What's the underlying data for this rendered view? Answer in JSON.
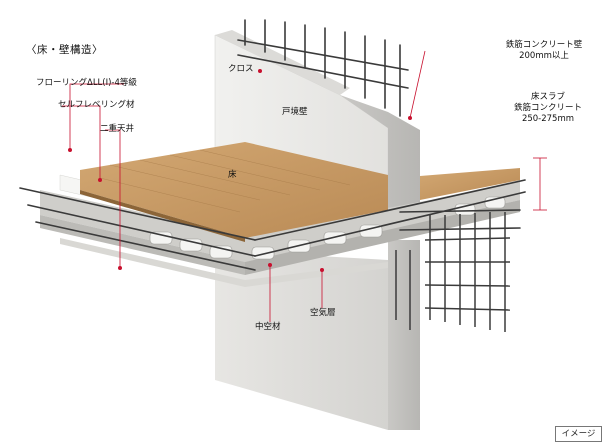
{
  "title": "〈床・壁構造〉",
  "labels": {
    "flooring": "フローリングΔLL(Ⅰ)-4等級",
    "self_leveling": "セルフレベリング材",
    "double_ceiling": "二重天井",
    "cloth": "クロス",
    "partition_wall": "戸境壁",
    "floor": "床",
    "hollow_material": "中空材",
    "air_layer": "空気層",
    "wall_spec_1": "鉄筋コンクリート壁",
    "wall_spec_2": "200mm以上",
    "slab_spec_1": "床スラブ",
    "slab_spec_2": "鉄筋コンクリート",
    "slab_spec_3": "250-275mm"
  },
  "badge": "イメージ",
  "colors": {
    "leader": "#c8102e",
    "concrete": "#d9d8d5",
    "wood": "#c89a63",
    "rebar": "#3a3a3a"
  }
}
